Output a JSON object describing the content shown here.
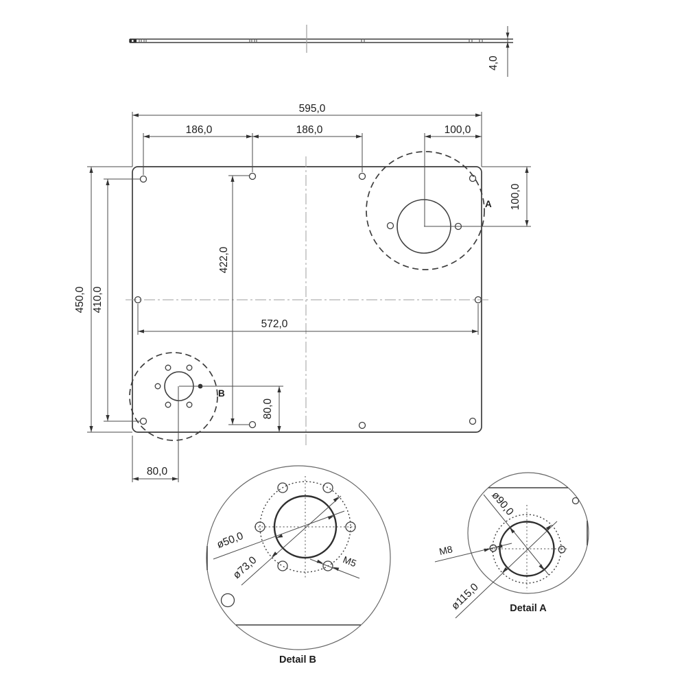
{
  "drawing": {
    "side_view": {
      "thickness_label": "4,0"
    },
    "main_view": {
      "width_label": "595,0",
      "hole_spacing_left_label": "186,0",
      "hole_spacing_right_label": "186,0",
      "hole_a_offset_top_label": "100,0",
      "hole_a_offset_right_label": "100,0",
      "height_label": "450,0",
      "hole_rows_height_label": "410,0",
      "hole_col2_height_label": "422,0",
      "mid_holes_spacing_label": "572,0",
      "hole_b_offset_bottom_label": "80,0",
      "hole_b_offset_right_label": "80,0",
      "detail_a_marker": "A",
      "detail_b_marker": "B"
    },
    "detail_a": {
      "title": "Detail A",
      "bore_diameter_label": "ø90,0",
      "bolt_circle_diameter_label": "ø115,0",
      "thread_label": "M8"
    },
    "detail_b": {
      "title": "Detail B",
      "bore_diameter_label": "ø50,0",
      "bolt_circle_diameter_label": "ø73,0",
      "thread_label": "M5"
    },
    "colors": {
      "background": "#ffffff",
      "outline": "#3d3d3d",
      "dimension_line": "#4a4a4a",
      "centerline": "#9e9e9e",
      "text": "#1c1c1c"
    }
  }
}
